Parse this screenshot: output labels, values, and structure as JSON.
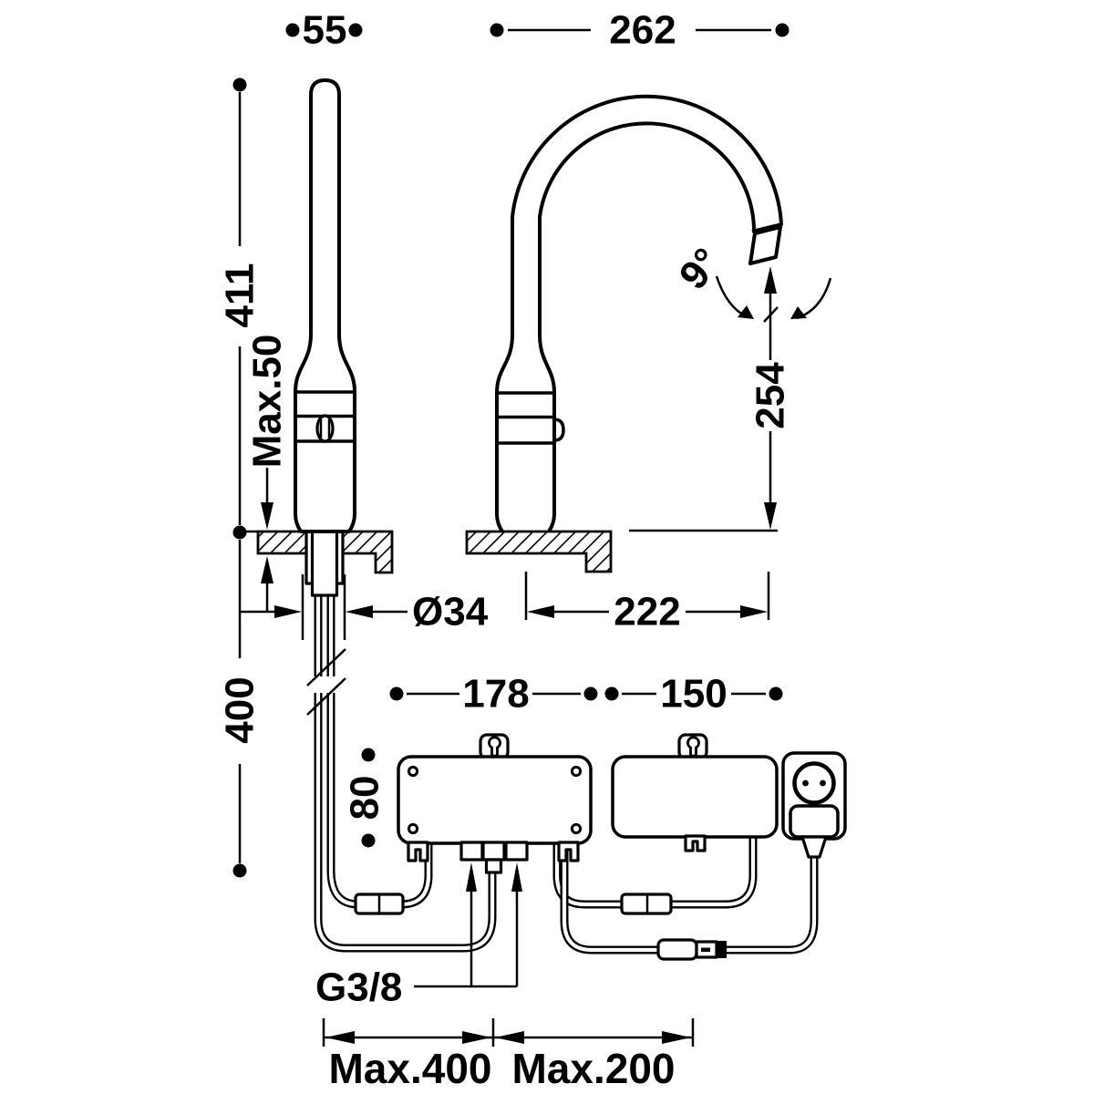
{
  "dims": {
    "side_width": "55",
    "reach": "262",
    "total_height": "411",
    "deck_thickness_max": "Max.50",
    "spout_angle": "9°",
    "outlet_height": "254",
    "base_diameter": "Ø34",
    "outlet_reach": "222",
    "hose_length": "400",
    "box_width": "178",
    "psu_width": "150",
    "box_height": "80",
    "inlet_thread": "G3/8",
    "hose_max": "Max.400",
    "cable_max": "Max.200"
  }
}
